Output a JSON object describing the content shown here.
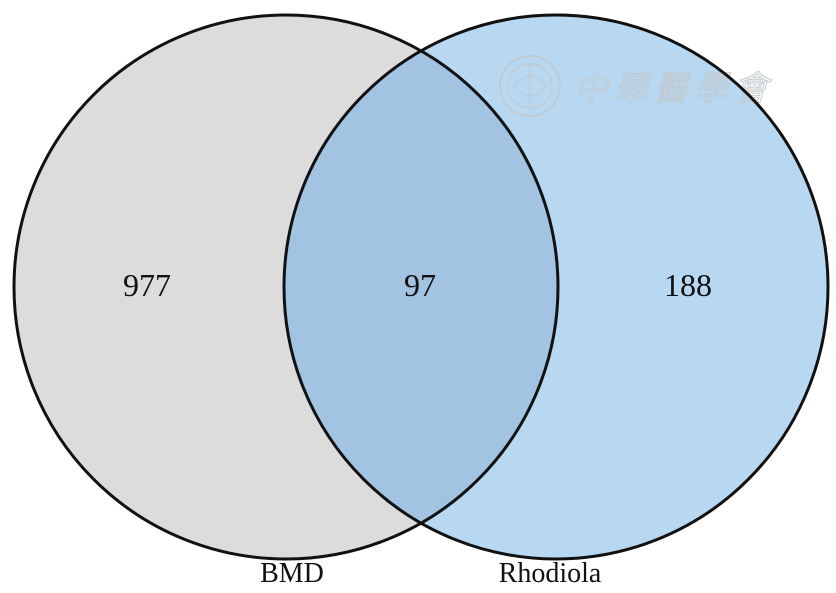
{
  "diagram": {
    "type": "venn",
    "sets": [
      {
        "label": "BMD",
        "only_count": "977",
        "fill": "#dcdcdc"
      },
      {
        "label": "Rhodiola",
        "only_count": "188",
        "fill": "#b8d8f2"
      }
    ],
    "intersection": {
      "count": "97",
      "fill": "#a3c3e3"
    },
    "outline_color": "#111111"
  },
  "watermark": {
    "text": "中華醫學會",
    "color": "#c2c8cc"
  }
}
